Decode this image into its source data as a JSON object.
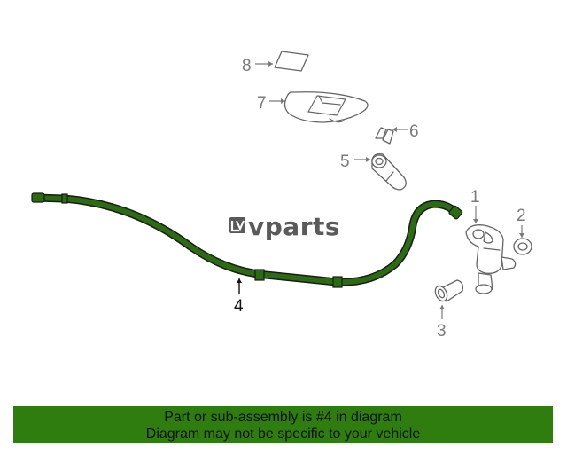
{
  "watermark": {
    "brand": "vparts",
    "logo_icon": "lv-logo-icon"
  },
  "callouts": [
    {
      "number": "1",
      "highlighted": false
    },
    {
      "number": "2",
      "highlighted": false
    },
    {
      "number": "3",
      "highlighted": false
    },
    {
      "number": "4",
      "highlighted": true
    },
    {
      "number": "5",
      "highlighted": false
    },
    {
      "number": "6",
      "highlighted": false
    },
    {
      "number": "7",
      "highlighted": false
    },
    {
      "number": "8",
      "highlighted": false
    }
  ],
  "banner": {
    "line1": "Part or sub-assembly is #4 in diagram",
    "line2": "Diagram may not be specific to your vehicle"
  },
  "colors": {
    "highlight_part": "#2b6b12",
    "banner_bg": "#2e7d0e",
    "outline": "#666666"
  }
}
